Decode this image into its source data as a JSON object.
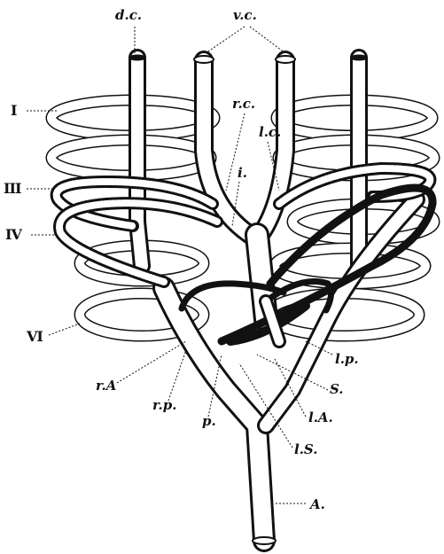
{
  "labels": {
    "dc": "d.c.",
    "vc": "v.c.",
    "rc": "r.c.",
    "lc": "l.c.",
    "i": "i.",
    "arch_I": "I",
    "arch_III": "III",
    "arch_IV": "IV",
    "arch_VI": "VI",
    "rA": "r.A",
    "rp": "r.p.",
    "p": "p.",
    "lp": "l.p.",
    "s": "S.",
    "lA": "l.A.",
    "lS": "l.S.",
    "A": "A."
  }
}
